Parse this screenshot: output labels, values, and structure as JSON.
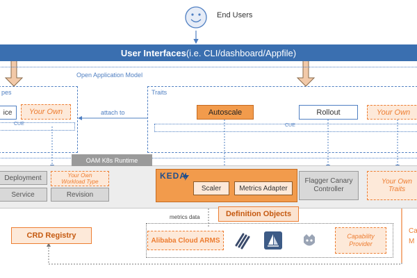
{
  "end_users": "End Users",
  "banner": {
    "title": "User Interfaces",
    "subtitle": " (i.e. CLI/dashboard/Appfile)"
  },
  "oam_label": "Open Application Model",
  "workload_types_label": "pes",
  "traits_label": "Traits",
  "left_panel": {
    "service_trunc": "ice",
    "your_own": "Your Own",
    "cue": "CUE"
  },
  "attach_to": "attach to",
  "traits": {
    "autoscale": "Autoscale",
    "rollout": "Rollout",
    "your_own": "Your Own",
    "cue": "CUE"
  },
  "runtime": {
    "title": "OAM K8s Runtime",
    "deployment": "Deployment",
    "service": "Service",
    "your_own_workload_line1": "Your Own",
    "your_own_workload_line2": "Workload Type",
    "revision": "Revision",
    "keda_logo": "KEDA",
    "scaler": "Scaler",
    "metrics_adapter": "Metrics Adapter",
    "flagger_line1": "Flagger Canary",
    "flagger_line2": "Controller",
    "your_own_traits": "Your Own Traits"
  },
  "definition_objects": "Definition Objects",
  "metrics_data": "metrics data",
  "crd_registry": "CRD Registry",
  "alibaba_arms": "Alibaba Cloud ARMS",
  "capability_provider_line1": "Capability",
  "capability_provider_line2": "Provider",
  "right_edge_line1": "Ca",
  "right_edge_line2": "M",
  "colors": {
    "banner_blue": "#3a6fb0",
    "orange": "#ed7d31",
    "light_orange": "#fde9d9",
    "gray": "#d8d8d8",
    "dashed_blue": "#4f7fc2"
  },
  "icons": [
    "smiley-face-icon",
    "keda-bolt-icon",
    "harbor-logo-icon",
    "sailboat-logo-icon",
    "helmet-logo-icon"
  ]
}
